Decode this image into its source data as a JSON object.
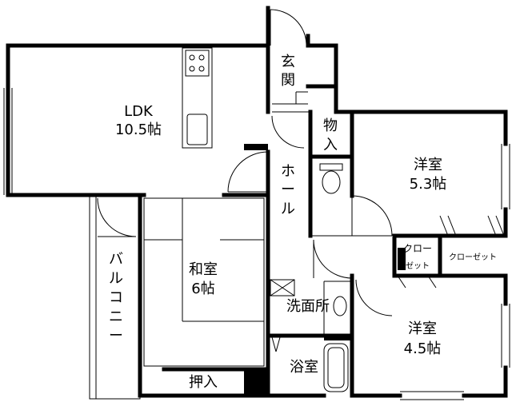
{
  "rooms": {
    "ldk": {
      "name": "LDK",
      "size": "10.5帖"
    },
    "entrance": {
      "line1": "玄",
      "line2": "関"
    },
    "storage": {
      "line1": "物",
      "line2": "入"
    },
    "hall": {
      "chars": [
        "ホ",
        "ー",
        "ル"
      ]
    },
    "western_large": {
      "name": "洋室",
      "size": "5.3帖"
    },
    "closet_small": {
      "line1": "クロー",
      "line2": "ゼット"
    },
    "closet_wide": {
      "label": "クローゼット"
    },
    "japanese": {
      "name": "和室",
      "size": "6帖"
    },
    "washroom": {
      "label": "洗面所"
    },
    "western_small": {
      "name": "洋室",
      "size": "4.5帖"
    },
    "bath": {
      "label": "浴室"
    },
    "closet_oshiire": {
      "label": "押入"
    },
    "balcony": {
      "chars": [
        "バ",
        "ル",
        "コ",
        "ニ",
        "ー"
      ]
    }
  }
}
